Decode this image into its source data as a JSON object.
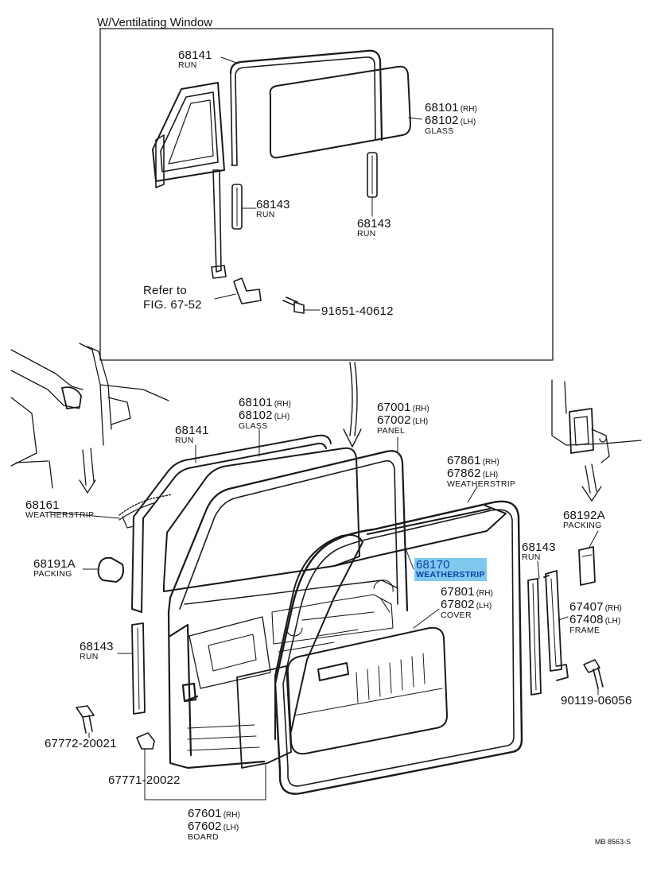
{
  "inset_title": "W/Ventilating Window",
  "refer_to": {
    "line1": "Refer to",
    "line2": "FIG. 67-52"
  },
  "diagram_code": "MB 8563-S",
  "inset_labels": [
    {
      "id": "68141-top",
      "number": "68141",
      "name": "RUN"
    },
    {
      "id": "68101-top",
      "number": "68101",
      "suffix": "(RH)",
      "number2": "68102",
      "suffix2": "(LH)",
      "name": "GLASS"
    },
    {
      "id": "68143-top-a",
      "number": "68143",
      "name": "RUN"
    },
    {
      "id": "68143-top-b",
      "number": "68143",
      "name": "RUN"
    },
    {
      "id": "91651",
      "number": "91651-40612"
    }
  ],
  "labels": [
    {
      "id": "68101-main",
      "number": "68101",
      "suffix": "(RH)",
      "number2": "68102",
      "suffix2": "(LH)",
      "name": "GLASS"
    },
    {
      "id": "67001",
      "number": "67001",
      "suffix": "(RH)",
      "number2": "67002",
      "suffix2": "(LH)",
      "name": "PANEL"
    },
    {
      "id": "68141-main",
      "number": "68141",
      "name": "RUN"
    },
    {
      "id": "67861",
      "number": "67861",
      "suffix": "(RH)",
      "number2": "67862",
      "suffix2": "(LH)",
      "name": "WEATHERSTRIP"
    },
    {
      "id": "68161",
      "number": "68161",
      "name": "WEATHERSTRIP"
    },
    {
      "id": "68192A",
      "number": "68192A",
      "name": "PACKING"
    },
    {
      "id": "68191A",
      "number": "68191A",
      "name": "PACKING"
    },
    {
      "id": "68170",
      "number": "68170",
      "name": "WEATHERSTRIP",
      "highlighted": true
    },
    {
      "id": "68143-right",
      "number": "68143",
      "name": "RUN"
    },
    {
      "id": "67801",
      "number": "67801",
      "suffix": "(RH)",
      "number2": "67802",
      "suffix2": "(LH)",
      "name": "COVER"
    },
    {
      "id": "67407",
      "number": "67407",
      "suffix": "(RH)",
      "number2": "67408",
      "suffix2": "(LH)",
      "name": "FRAME"
    },
    {
      "id": "68143-left",
      "number": "68143",
      "name": "RUN"
    },
    {
      "id": "90119",
      "number": "90119-06056"
    },
    {
      "id": "67772",
      "number": "67772-20021"
    },
    {
      "id": "67771",
      "number": "67771-20022"
    },
    {
      "id": "67601",
      "number": "67601",
      "suffix": "(RH)",
      "number2": "67602",
      "suffix2": "(LH)",
      "name": "BOARD"
    }
  ],
  "colors": {
    "line": "#1a1a1a",
    "highlight_bg": "#7fc9ef",
    "highlight_text": "#0a3fa8",
    "background": "#ffffff"
  }
}
